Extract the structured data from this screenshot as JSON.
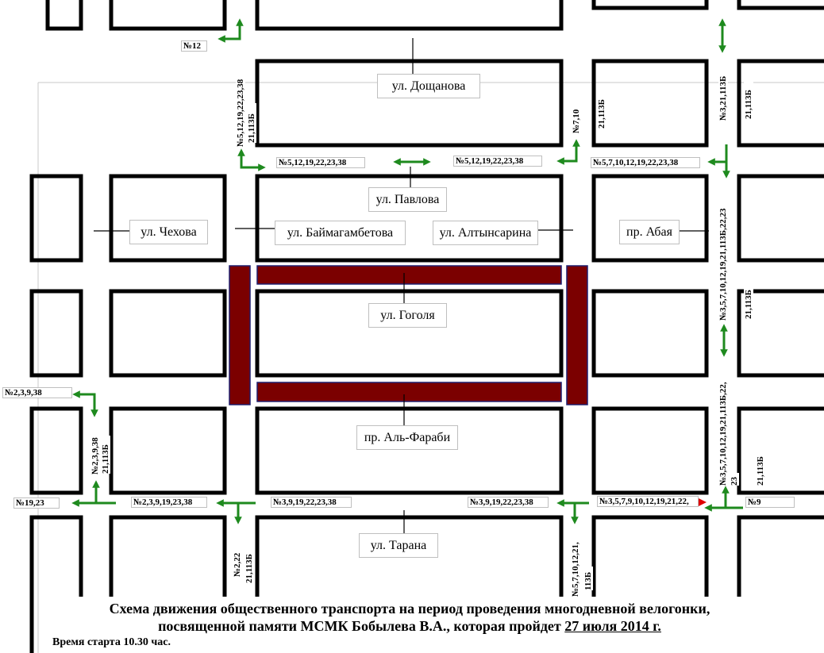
{
  "streets": {
    "doshchanova": "ул. Дощанова",
    "pavlova": "ул. Павлова",
    "chekhova": "ул. Чехова",
    "baymagambetova": "ул. Баймагамбетова",
    "altynsarina": "ул. Алтынсарина",
    "abaya": "пр. Абая",
    "gogolya": "ул. Гоголя",
    "al_farabi": "пр. Аль-Фараби",
    "tarana": "ул. Тарана"
  },
  "routes": {
    "r12": "№12",
    "v_5_12_a": "№5,12,19,22,23,38",
    "v_5_12_b": "21,113Б",
    "h_5_12_left": "№5,12,19,22,23,38",
    "h_5_12_right": "№5,12,19,22,23,38",
    "v_7_10": "№7,10",
    "v_21_113_mid": "21,113Б",
    "h_5_7_10": "№5,7,10,12,19,22,23,38",
    "v_3_21_113": "№3,21,113Б",
    "v_21_113_right": "21,113Б",
    "v_abaya_long": "№3,5,7,10,12,19,21,113Б,22,23",
    "v_21_113_r2": "21,113Б",
    "h_2_3_9_38": "№2,3,9,38",
    "v_2_3_9_38": "№2,3,9,38",
    "v_21_113_left": "21,113Б",
    "v_right_lower": "№3,5,7,10,12,19,21,113Б,22,",
    "v_right_lower_23": "23",
    "v_21_113_r3": "21,113Б",
    "h_19_23": "№19,23",
    "h_2_3_9_19": "№2,3,9,19,23,38",
    "h_3_9_19_a": "№3,9,19,22,23,38",
    "h_3_9_19_b": "№3,9,19,22,23,38",
    "h_long_bottom": "№3,5,7,9,10,12,19,21,22,",
    "h_9": "№9",
    "v_2_22": "№2,22",
    "v_21_113_bottom": "21,113Б",
    "v_5_7_10": "№5,7,10,12,21,",
    "v_113": "113Б"
  },
  "caption": {
    "line1": "Схема движения общественного транспорта на период проведения многодневной велогонки,",
    "line2_prefix": "посвященной памяти МСМК Бобылева В.А., которая пройдет ",
    "line2_date": "27 июля 2014 г.",
    "line3": "Время старта 10.30 час."
  },
  "colors": {
    "block_outline": "#000000",
    "closed_zone": "#7b0000",
    "closed_zone_border": "#1f1f6f",
    "arrow": "#1e8a1e",
    "marker": "#e00000"
  },
  "icons": {
    "direction_arrow": "double-headed-arrow-icon",
    "turn_arrow": "turn-arrow-icon",
    "start_marker": "triangle-marker-icon"
  }
}
